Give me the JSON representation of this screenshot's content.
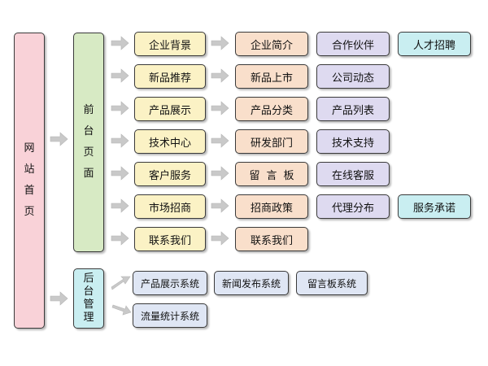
{
  "root": {
    "chars": [
      "网",
      "站",
      "首",
      "页"
    ]
  },
  "frontend": {
    "chars": [
      "前",
      "台",
      "页",
      "面"
    ]
  },
  "backend": {
    "chars": [
      "后",
      "台",
      "管",
      "理"
    ]
  },
  "rows": [
    {
      "main": "企业背景",
      "sub": [
        "企业简介",
        "合作伙伴",
        "人才招聘"
      ]
    },
    {
      "main": "新品推荐",
      "sub": [
        "新品上市",
        "公司动态"
      ]
    },
    {
      "main": "产品展示",
      "sub": [
        "产品分类",
        "产品列表"
      ]
    },
    {
      "main": "技术中心",
      "sub": [
        "研发部门",
        "技术支持"
      ]
    },
    {
      "main": "客户服务",
      "sub": [
        "留言板",
        "在线客服"
      ]
    },
    {
      "main": "市场招商",
      "sub": [
        "招商政策",
        "代理分布",
        "服务承诺"
      ]
    },
    {
      "main": "联系我们",
      "sub": [
        "联系我们"
      ]
    }
  ],
  "backend_systems": [
    "产品展示系统",
    "新闻发布系统",
    "留言板系统",
    "流量统计系统"
  ],
  "colors": {
    "root": "#f9d2d8",
    "section": "#d7eac4",
    "backend": "#c9eef1",
    "category": "#fbf2c5",
    "subpage": "#f9dfcb",
    "detail": "#dedaf0",
    "extra": "#c9eef1",
    "system": "#dfe6f4",
    "arrow": "#c8c8c8"
  }
}
